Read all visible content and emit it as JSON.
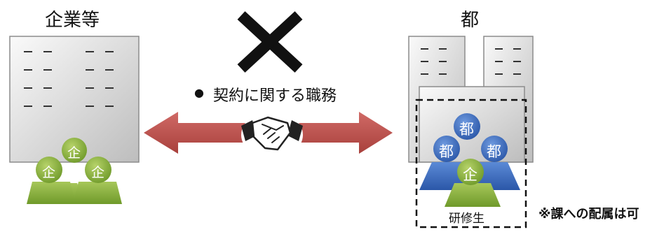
{
  "left_party": {
    "title": "企業等",
    "person_char": "企"
  },
  "right_party": {
    "title": "都",
    "staff_char": "都",
    "trainee_char": "企",
    "trainee_label": "研修生"
  },
  "relation": {
    "bullet": "●",
    "label": "契約に関する職務",
    "prohibited_mark": "×"
  },
  "note": "※課への配属は可",
  "colors": {
    "arrow": "#c0504d",
    "green_person": "#8aad3c",
    "blue_person": "#3d6fc4",
    "building": "#e4e4e4"
  }
}
